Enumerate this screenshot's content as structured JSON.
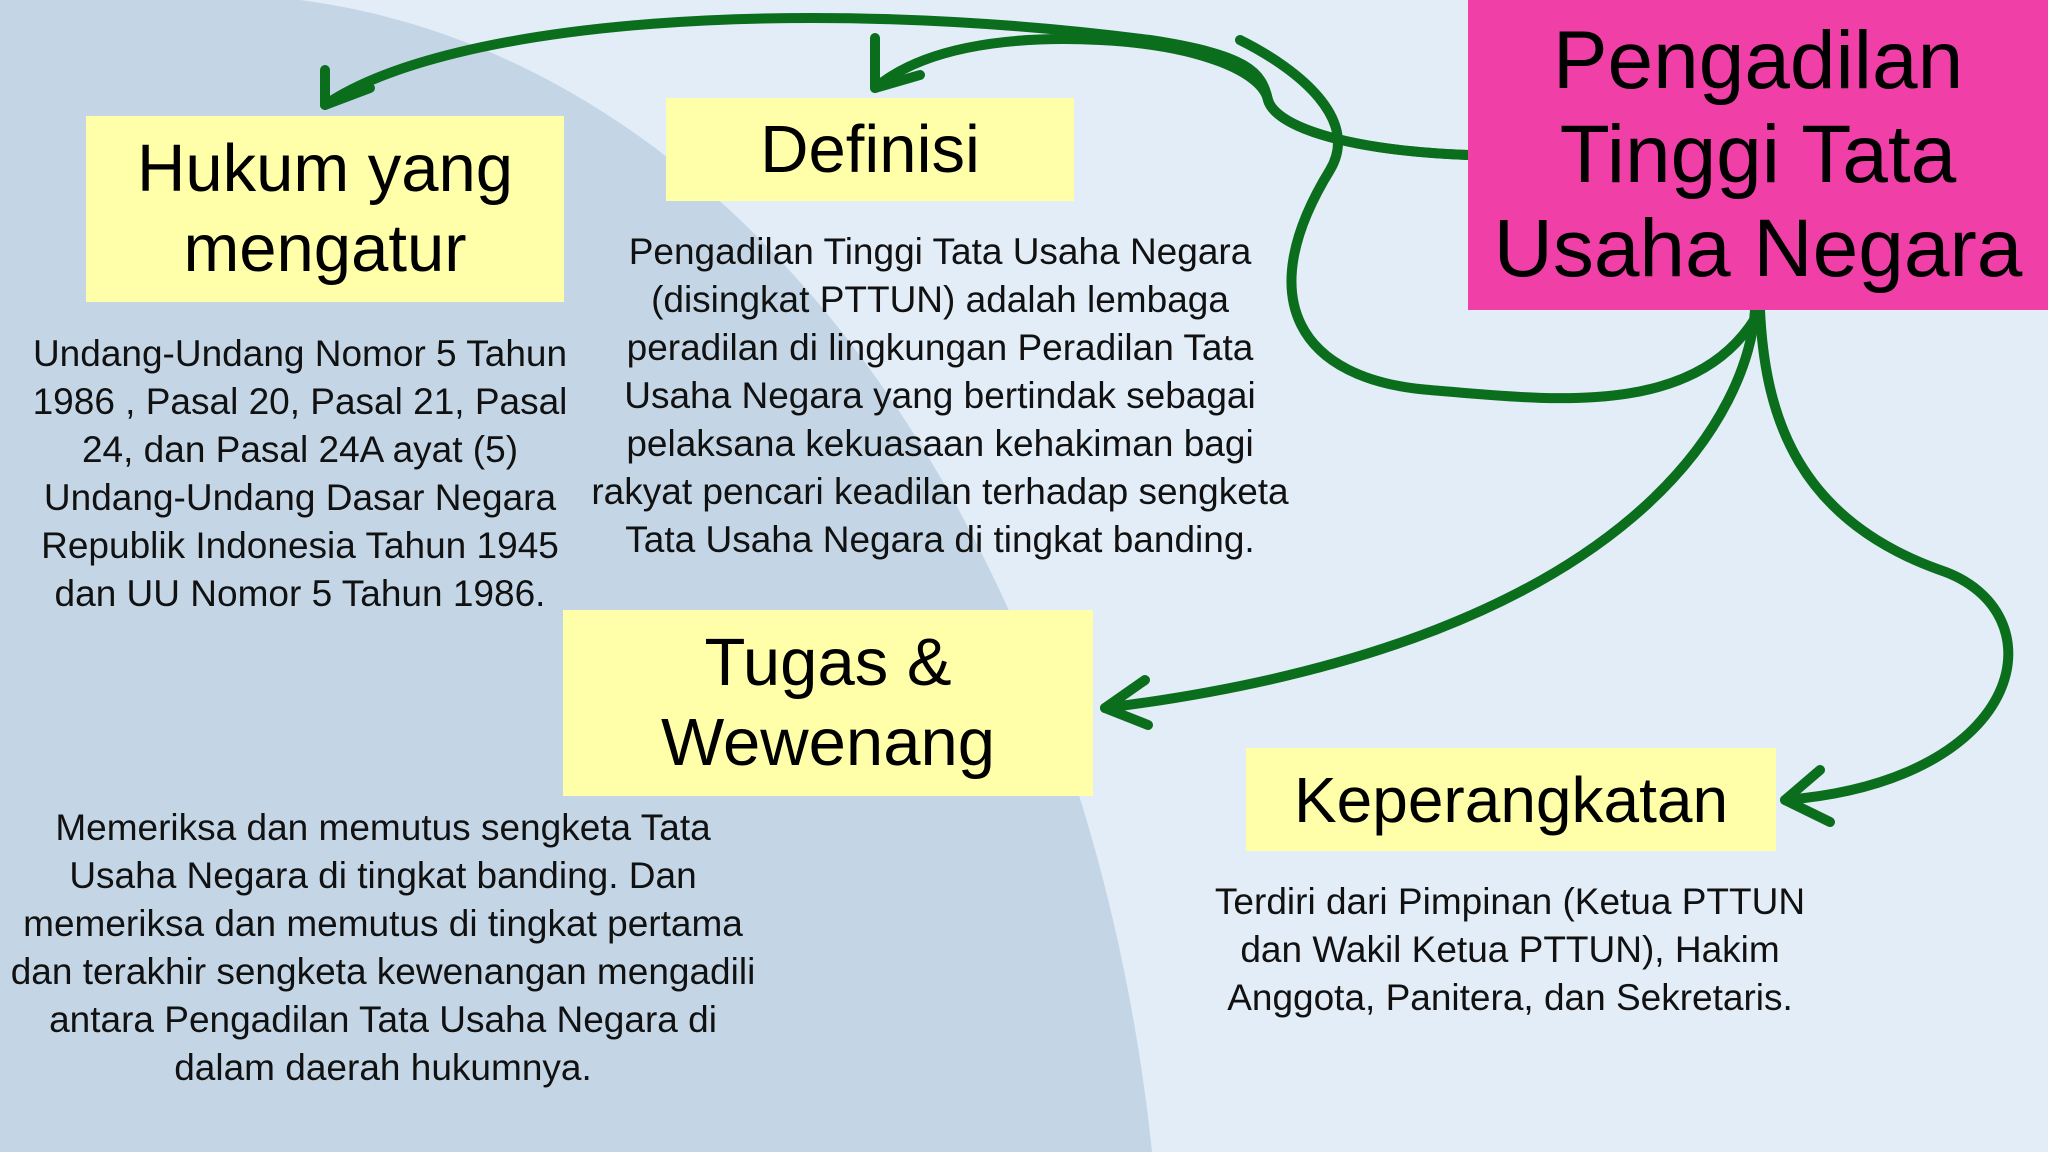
{
  "central_topic": "Pengadilan Tinggi Tata Usaha Negara",
  "branches": {
    "hukum": {
      "title": "Hukum yang mengatur",
      "description": "Undang-Undang Nomor 5 Tahun 1986 ,  Pasal 20, Pasal 21, Pasal 24, dan Pasal 24A ayat (5) Undang-Undang Dasar Negara Republik Indonesia Tahun 1945 dan UU Nomor 5 Tahun 1986."
    },
    "definisi": {
      "title": "Definisi",
      "description": "Pengadilan Tinggi Tata Usaha Negara (disingkat PTTUN) adalah lembaga peradilan di lingkungan Peradilan Tata Usaha Negara yang bertindak sebagai pelaksana kekuasaan kehakiman bagi rakyat pencari keadilan terhadap sengketa Tata Usaha Negara di tingkat banding."
    },
    "tugas": {
      "title": "Tugas & Wewenang",
      "description": "Memeriksa dan memutus sengketa Tata Usaha Negara di tingkat banding. Dan memeriksa dan memutus di tingkat pertama dan terakhir sengketa kewenangan mengadili antara Pengadilan Tata Usaha Negara di dalam daerah hukumnya."
    },
    "keperangkatan": {
      "title": "Keperangkatan",
      "description": "Terdiri dari Pimpinan (Ketua PTTUN dan Wakil Ketua PTTUN), Hakim Anggota, Panitera, dan Sekretaris."
    }
  },
  "colors": {
    "background": "#e2edf8",
    "background_blob": "#c4d6e6",
    "central_box": "#f03fa6",
    "branch_box": "#ffffaa",
    "arrow": "#0b6e1c"
  }
}
